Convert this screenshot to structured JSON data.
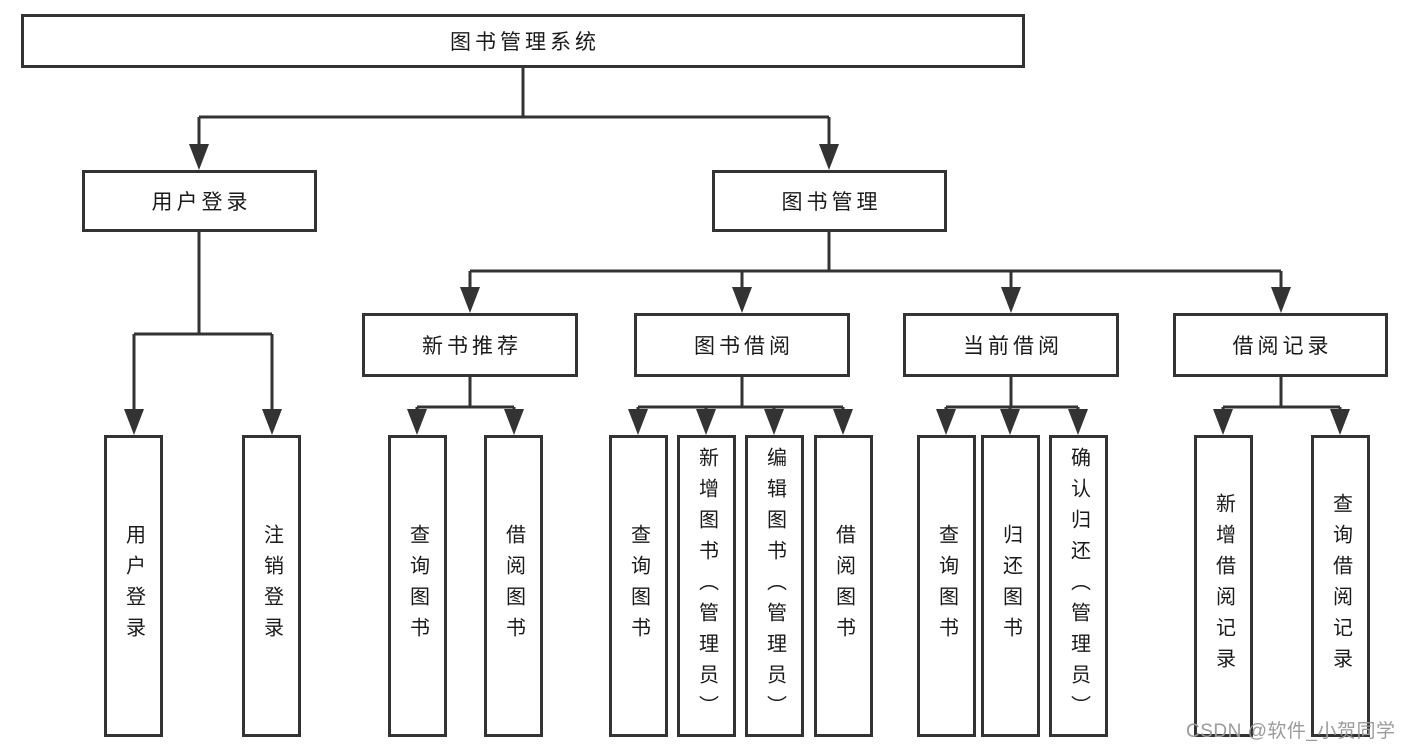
{
  "colors": {
    "line": "#333333",
    "box-border": "#333333",
    "box-fill": "#ffffff",
    "text": "#1a1a1a",
    "background": "#ffffff",
    "watermark": "#9b9b9b"
  },
  "nodes": {
    "root": "图书管理系统",
    "level2": {
      "user_login": "用户登录",
      "book_mgmt": "图书管理"
    },
    "level3": {
      "new_books": "新书推荐",
      "book_borrow": "图书借阅",
      "current_borrow": "当前借阅",
      "borrow_records": "借阅记录"
    }
  },
  "leaves": {
    "g1": [
      "用户登录",
      "注销登录"
    ],
    "g2": [
      "查询图书",
      "借阅图书"
    ],
    "g3": [
      "查询图书",
      "新增图书（管理员）",
      "编辑图书（管理员）",
      "借阅图书"
    ],
    "g4": [
      "查询图书",
      "归还图书",
      "确认归还（管理员）"
    ],
    "g5": [
      "新增借阅记录",
      "查询借阅记录"
    ]
  },
  "watermark": "CSDN @软件_小贺同学"
}
